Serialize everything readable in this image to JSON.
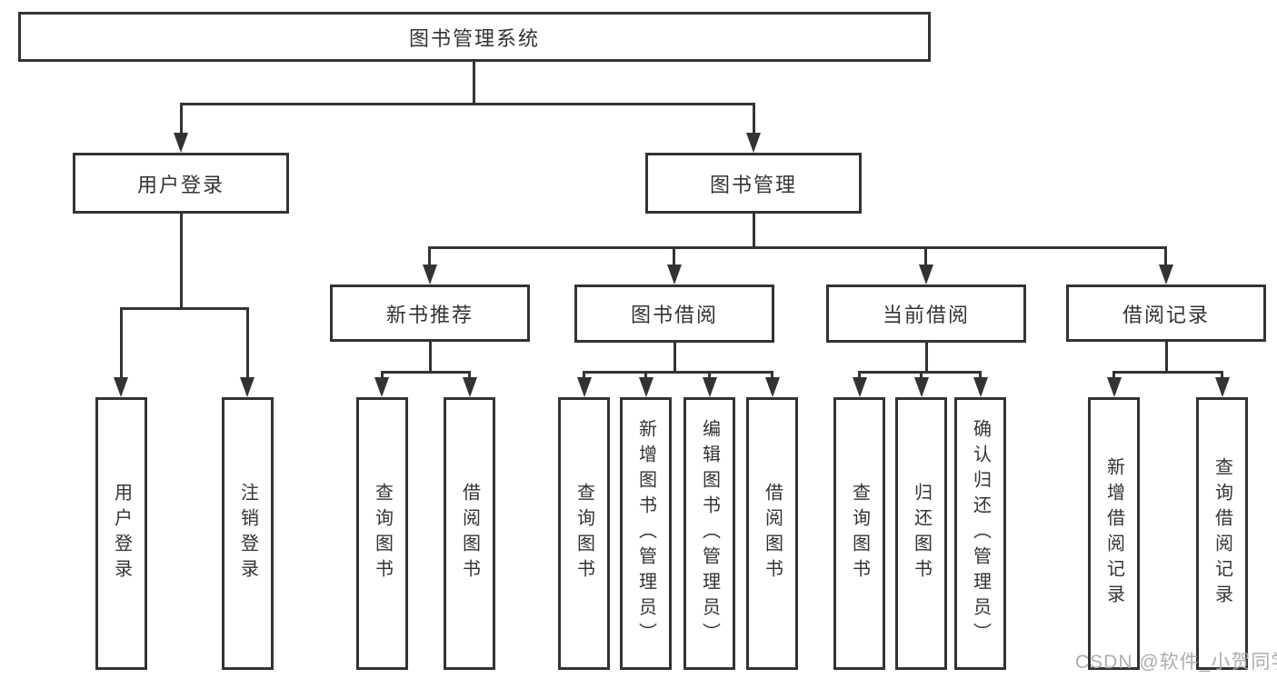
{
  "tree": {
    "label": "图书管理系统",
    "children": [
      {
        "label": "用户登录",
        "children": [
          {
            "label": "用户登录"
          },
          {
            "label": "注销登录"
          }
        ]
      },
      {
        "label": "图书管理",
        "children": [
          {
            "label": "新书推荐",
            "children": [
              {
                "label": "查询图书"
              },
              {
                "label": "借阅图书"
              }
            ]
          },
          {
            "label": "图书借阅",
            "children": [
              {
                "label": "查询图书"
              },
              {
                "label": "新增图书（管理员）"
              },
              {
                "label": "编辑图书（管理员）"
              },
              {
                "label": "借阅图书"
              }
            ]
          },
          {
            "label": "当前借阅",
            "children": [
              {
                "label": "查询图书"
              },
              {
                "label": "归还图书"
              },
              {
                "label": "确认归还（管理员）"
              }
            ]
          },
          {
            "label": "借阅记录",
            "children": [
              {
                "label": "新增借阅记录"
              },
              {
                "label": "查询借阅记录"
              }
            ]
          }
        ]
      }
    ]
  },
  "watermark": {
    "text": "CSDN @软件_小贺同学"
  },
  "colors": {
    "line": "#333333",
    "box_background": "#ffffff",
    "text": "#333333",
    "watermark": "#a5aaae"
  }
}
